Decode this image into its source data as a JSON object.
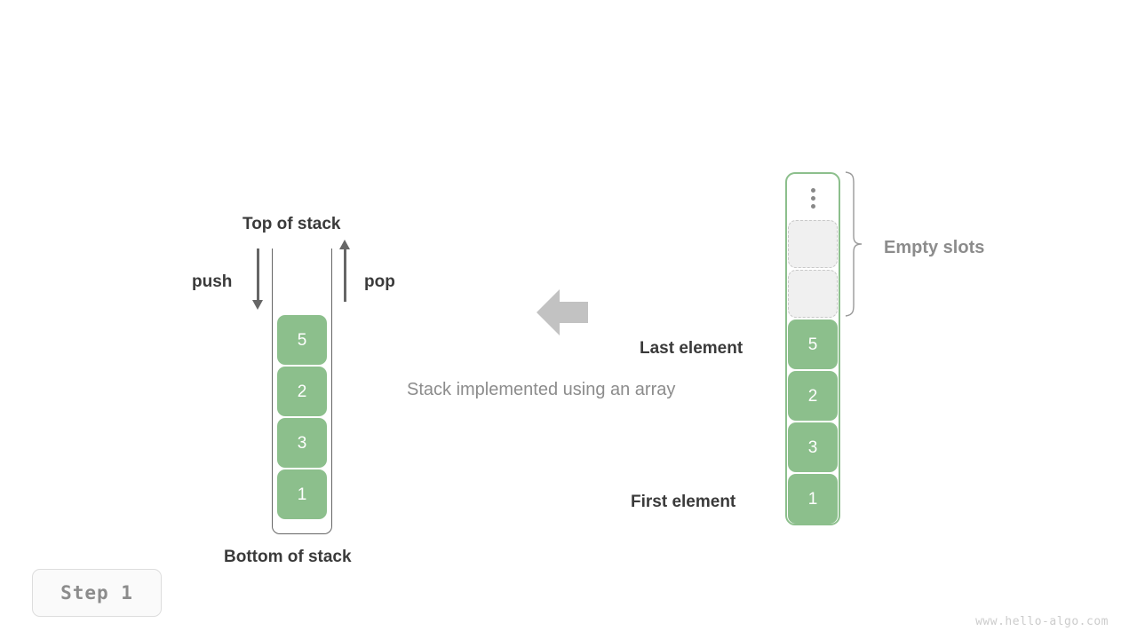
{
  "caption": "Stack implemented using an array",
  "colors": {
    "element_green": "#8cbf8c",
    "border_green": "#8cbf8c",
    "text_dark": "#3a3a3a",
    "text_gray": "#8c8c8c",
    "empty_slot_fill": "#f0f0f0",
    "empty_slot_border": "#c8c8c8",
    "wall_gray": "#666666"
  },
  "stack": {
    "top_label": "Top of stack",
    "bottom_label": "Bottom of stack",
    "push_label": "push",
    "pop_label": "pop",
    "push_icon": "arrow-down-icon",
    "pop_icon": "arrow-up-icon",
    "elements": [
      {
        "value": "5"
      },
      {
        "value": "2"
      },
      {
        "value": "3"
      },
      {
        "value": "1"
      }
    ]
  },
  "transition": {
    "icon": "arrow-left-icon"
  },
  "array": {
    "ellipsis_icon": "vertical-ellipsis-icon",
    "empty_slots_label": "Empty slots",
    "brace_icon": "curly-brace-icon",
    "last_element_label": "Last element",
    "first_element_label": "First element",
    "empty_slot_count": 2,
    "elements": [
      {
        "value": "5"
      },
      {
        "value": "2"
      },
      {
        "value": "3"
      },
      {
        "value": "1"
      }
    ]
  },
  "footer": {
    "step_label": "Step 1",
    "watermark": "www.hello-algo.com"
  }
}
